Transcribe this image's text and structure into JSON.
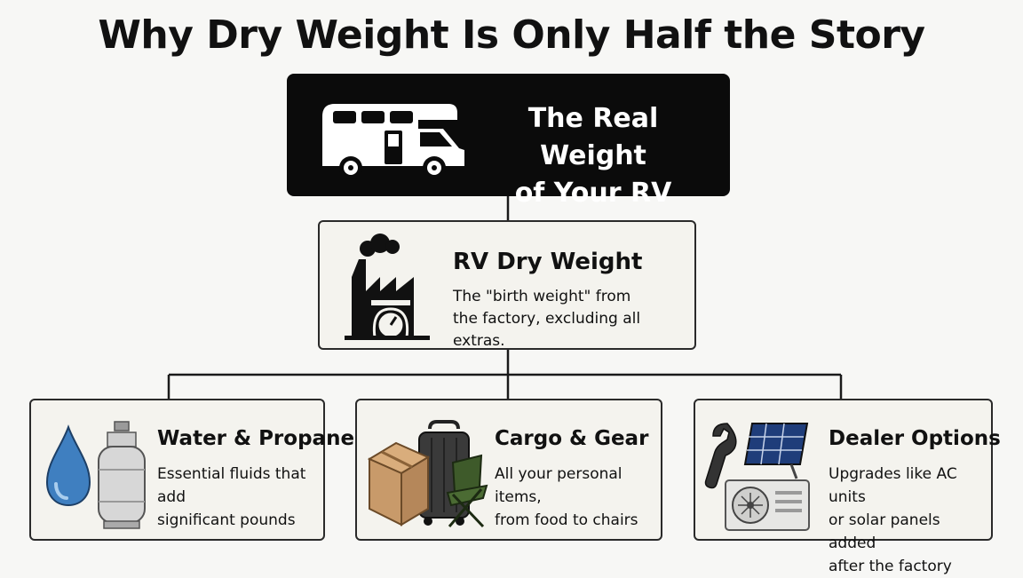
{
  "title": "Why Dry Weight Is Only Half the Story",
  "root": {
    "line1": "The Real Weight",
    "line2": "of Your RV",
    "icon": "motorhome-icon"
  },
  "dry_weight": {
    "heading": "RV Dry Weight",
    "desc_line1": "The \"birth weight\" from",
    "desc_line2": "the factory, excluding all extras.",
    "icon": "factory-scale-icon"
  },
  "cards": [
    {
      "heading": "Water & Propane",
      "desc_line1": "Essential fluids that add",
      "desc_line2": "significant pounds",
      "icon": "water-propane-icon"
    },
    {
      "heading": "Cargo & Gear",
      "desc_line1": "All your personal items,",
      "desc_line2": "from food to chairs",
      "icon": "cargo-gear-icon"
    },
    {
      "heading": "Dealer Options",
      "desc_line1": "Upgrades like AC units",
      "desc_line2": "or solar panels added",
      "desc_line3": "after the factory",
      "icon": "dealer-options-icon"
    }
  ],
  "colors": {
    "background": "#f7f7f5",
    "root_fill": "#0b0b0b",
    "card_fill": "#f4f3ee",
    "line": "#1a1a1a",
    "water_blue": "#3f7fc0",
    "cardboard": "#c89a6a",
    "chair_green": "#3e5a2a",
    "solar_blue": "#1f3d7a"
  }
}
